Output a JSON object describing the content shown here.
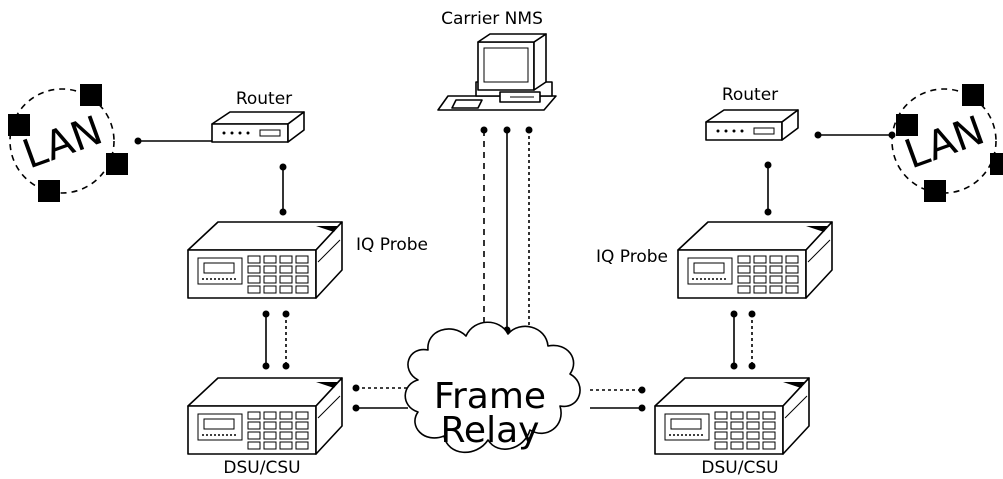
{
  "labels": {
    "carrier_nms": "Carrier NMS",
    "router_left": "Router",
    "router_right": "Router",
    "iq_probe_left": "IQ Probe",
    "iq_probe_right": "IQ Probe",
    "dsu_left": "DSU/CSU",
    "dsu_right": "DSU/CSU",
    "lan_left": "LAN",
    "lan_right": "LAN",
    "cloud_line1": "Frame",
    "cloud_line2": "Relay"
  },
  "icons": [
    "computer-icon",
    "router-icon",
    "probe-icon",
    "dsu-csu-icon",
    "cloud-icon",
    "lan-icon"
  ],
  "colors": {
    "line": "#000000",
    "background": "#ffffff"
  }
}
